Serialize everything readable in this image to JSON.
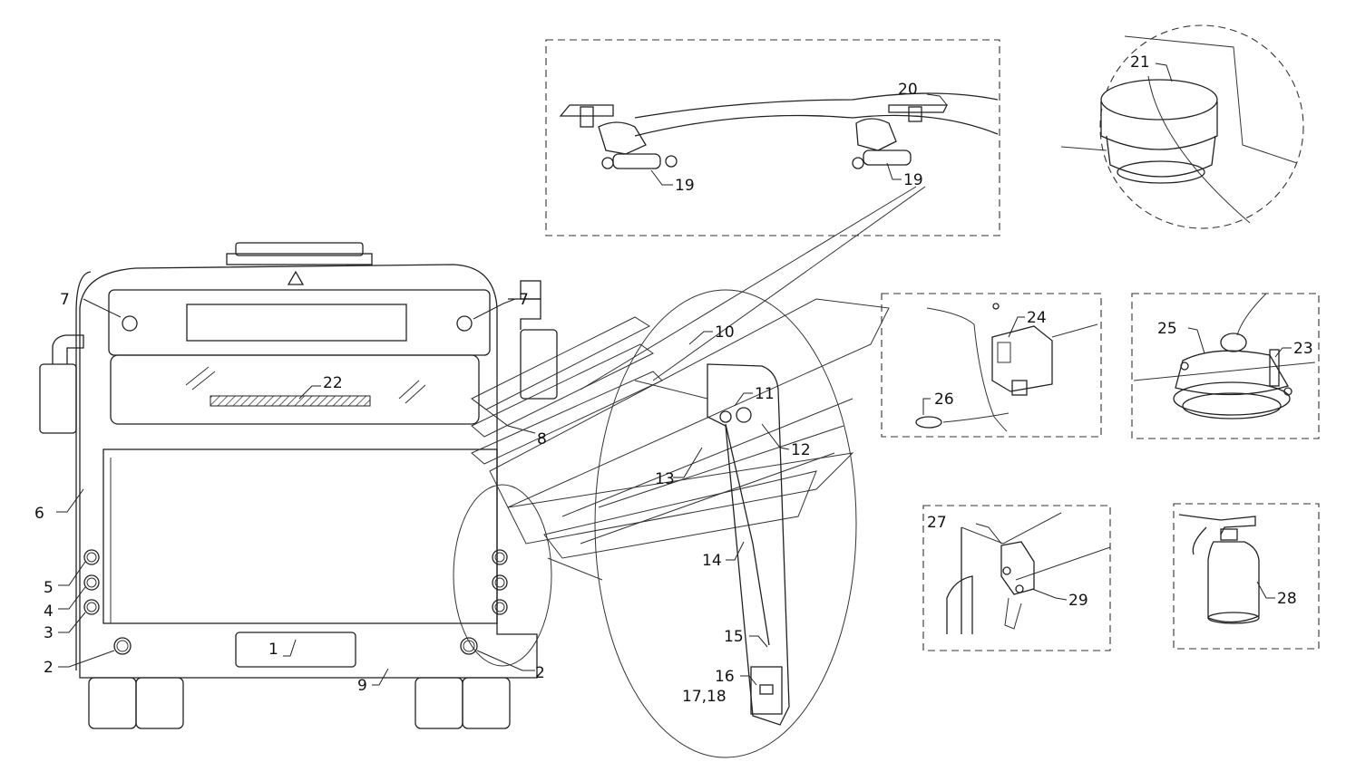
{
  "callouts": [
    {
      "id": "c1",
      "text": "1"
    },
    {
      "id": "c2a",
      "text": "2"
    },
    {
      "id": "c2b",
      "text": "2"
    },
    {
      "id": "c3",
      "text": "3"
    },
    {
      "id": "c4",
      "text": "4"
    },
    {
      "id": "c5",
      "text": "5"
    },
    {
      "id": "c6",
      "text": "6"
    },
    {
      "id": "c7a",
      "text": "7"
    },
    {
      "id": "c7b",
      "text": "7"
    },
    {
      "id": "c8",
      "text": "8"
    },
    {
      "id": "c9",
      "text": "9"
    },
    {
      "id": "c10",
      "text": "10"
    },
    {
      "id": "c11",
      "text": "11"
    },
    {
      "id": "c12",
      "text": "12"
    },
    {
      "id": "c13",
      "text": "13"
    },
    {
      "id": "c14",
      "text": "14"
    },
    {
      "id": "c15",
      "text": "15"
    },
    {
      "id": "c16",
      "text": "16"
    },
    {
      "id": "c17",
      "text": "17,18"
    },
    {
      "id": "c19a",
      "text": "19"
    },
    {
      "id": "c19b",
      "text": "19"
    },
    {
      "id": "c20",
      "text": "20"
    },
    {
      "id": "c21",
      "text": "21"
    },
    {
      "id": "c22",
      "text": "22"
    },
    {
      "id": "c23",
      "text": "23"
    },
    {
      "id": "c24",
      "text": "24"
    },
    {
      "id": "c25",
      "text": "25"
    },
    {
      "id": "c26",
      "text": "26"
    },
    {
      "id": "c27",
      "text": "27"
    },
    {
      "id": "c28",
      "text": "28"
    },
    {
      "id": "c29",
      "text": "29"
    }
  ]
}
